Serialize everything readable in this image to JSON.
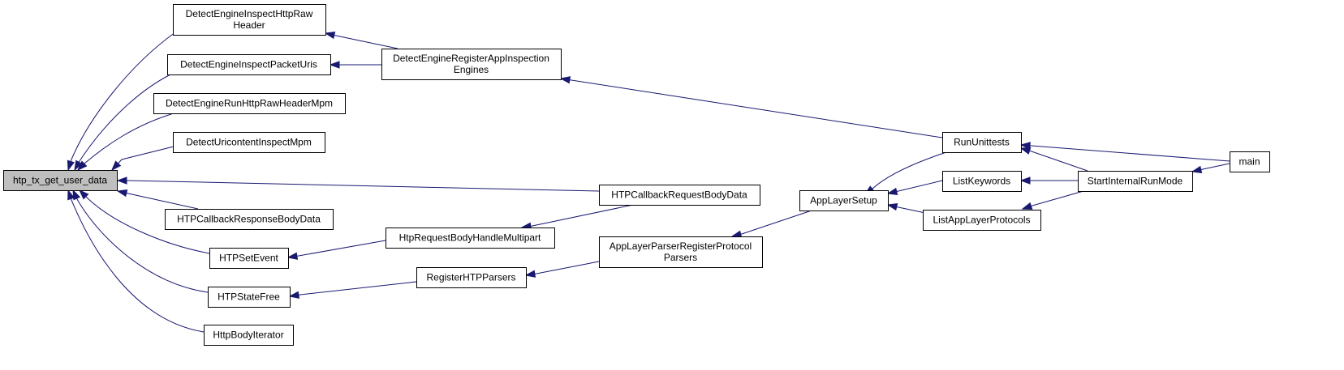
{
  "graph": {
    "edge_color": "#191970",
    "root_fill": "#bfbfbf",
    "nodes": [
      {
        "id": "n0",
        "lines": [
          "htp_tx_get_user_data"
        ]
      },
      {
        "id": "n1",
        "lines": [
          "DetectEngineInspectHttpRaw",
          "Header"
        ]
      },
      {
        "id": "n2",
        "lines": [
          "DetectEngineInspectPacketUris"
        ]
      },
      {
        "id": "n3",
        "lines": [
          "DetectEngineRunHttpRawHeaderMpm"
        ]
      },
      {
        "id": "n4",
        "lines": [
          "DetectUricontentInspectMpm"
        ]
      },
      {
        "id": "n5",
        "lines": [
          "HTPCallbackResponseBodyData"
        ]
      },
      {
        "id": "n6",
        "lines": [
          "HTPSetEvent"
        ]
      },
      {
        "id": "n7",
        "lines": [
          "HTPStateFree"
        ]
      },
      {
        "id": "n8",
        "lines": [
          "HttpBodyIterator"
        ]
      },
      {
        "id": "n9",
        "lines": [
          "DetectEngineRegisterAppInspection",
          "Engines"
        ]
      },
      {
        "id": "n10",
        "lines": [
          "HTPCallbackRequestBodyData"
        ]
      },
      {
        "id": "n11",
        "lines": [
          "HtpRequestBodyHandleMultipart"
        ]
      },
      {
        "id": "n12",
        "lines": [
          "RegisterHTPParsers"
        ]
      },
      {
        "id": "n13",
        "lines": [
          "AppLayerParserRegisterProtocol",
          "Parsers"
        ]
      },
      {
        "id": "n14",
        "lines": [
          "AppLayerSetup"
        ]
      },
      {
        "id": "n15",
        "lines": [
          "RunUnittests"
        ]
      },
      {
        "id": "n16",
        "lines": [
          "ListKeywords"
        ]
      },
      {
        "id": "n17",
        "lines": [
          "ListAppLayerProtocols"
        ]
      },
      {
        "id": "n18",
        "lines": [
          "StartInternalRunMode"
        ]
      },
      {
        "id": "n19",
        "lines": [
          "main"
        ]
      }
    ],
    "edges": [
      {
        "from": "n1",
        "to": "n0"
      },
      {
        "from": "n2",
        "to": "n0"
      },
      {
        "from": "n3",
        "to": "n0"
      },
      {
        "from": "n4",
        "to": "n0"
      },
      {
        "from": "n10",
        "to": "n0"
      },
      {
        "from": "n5",
        "to": "n0"
      },
      {
        "from": "n6",
        "to": "n0"
      },
      {
        "from": "n7",
        "to": "n0"
      },
      {
        "from": "n8",
        "to": "n0"
      },
      {
        "from": "n9",
        "to": "n1"
      },
      {
        "from": "n9",
        "to": "n2"
      },
      {
        "from": "n15",
        "to": "n9"
      },
      {
        "from": "n11",
        "to": "n6"
      },
      {
        "from": "n10",
        "to": "n11"
      },
      {
        "from": "n12",
        "to": "n7"
      },
      {
        "from": "n13",
        "to": "n12"
      },
      {
        "from": "n14",
        "to": "n13"
      },
      {
        "from": "n15",
        "to": "n14"
      },
      {
        "from": "n16",
        "to": "n14"
      },
      {
        "from": "n17",
        "to": "n14"
      },
      {
        "from": "n18",
        "to": "n15"
      },
      {
        "from": "n19",
        "to": "n15"
      },
      {
        "from": "n18",
        "to": "n16"
      },
      {
        "from": "n18",
        "to": "n17"
      },
      {
        "from": "n19",
        "to": "n18"
      }
    ]
  }
}
